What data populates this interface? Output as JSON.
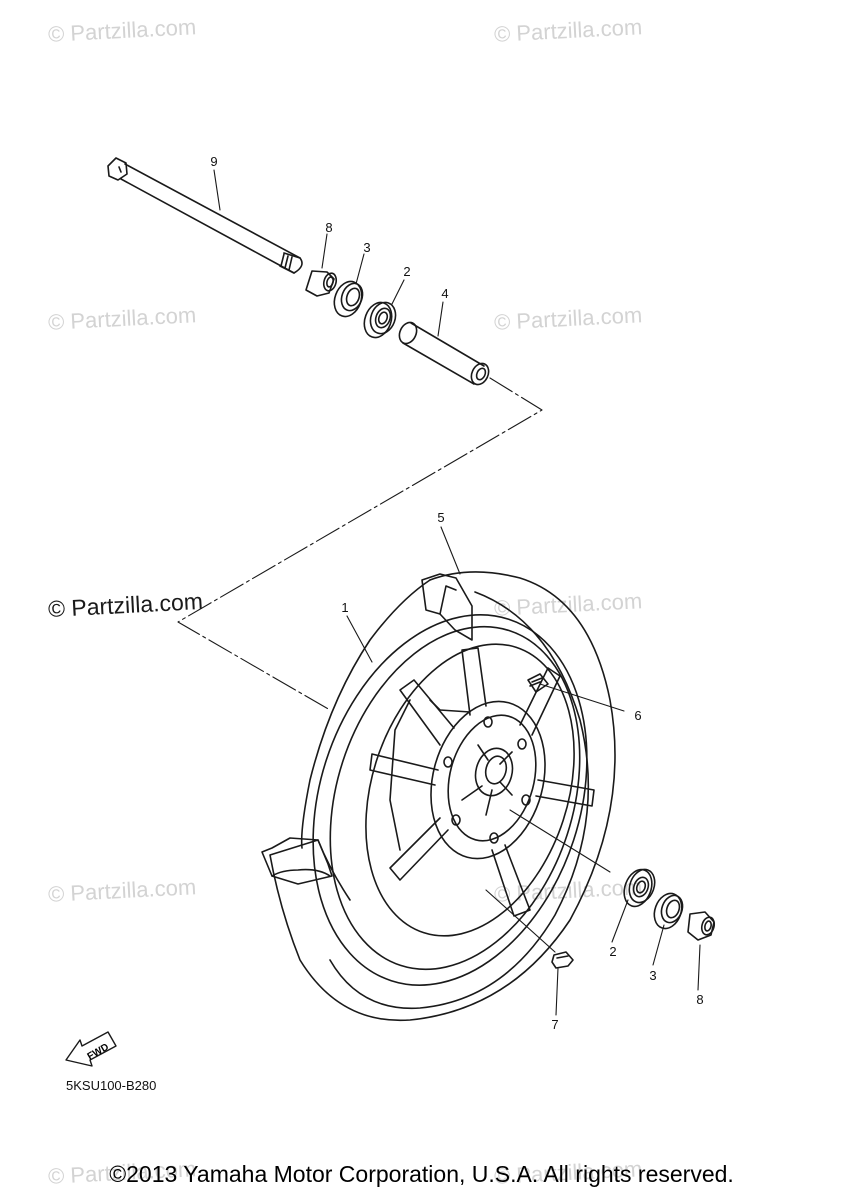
{
  "watermark": {
    "text": "© Partzilla.com",
    "main_text": "© Partzilla.com"
  },
  "diagram": {
    "code": "5KSU100-B280",
    "fwd_label": "FWD",
    "callouts": {
      "c1": "1",
      "c2a": "2",
      "c2b": "2",
      "c3a": "3",
      "c3b": "3",
      "c4": "4",
      "c5": "5",
      "c6": "6",
      "c7": "7",
      "c8a": "8",
      "c8b": "8",
      "c9": "9"
    }
  },
  "footer": {
    "copyright": "©2013 Yamaha Motor Corporation, U.S.A. All rights reserved."
  },
  "colors": {
    "line": "#1a1a1a",
    "watermark": "#d3d3d3",
    "background": "#ffffff"
  }
}
